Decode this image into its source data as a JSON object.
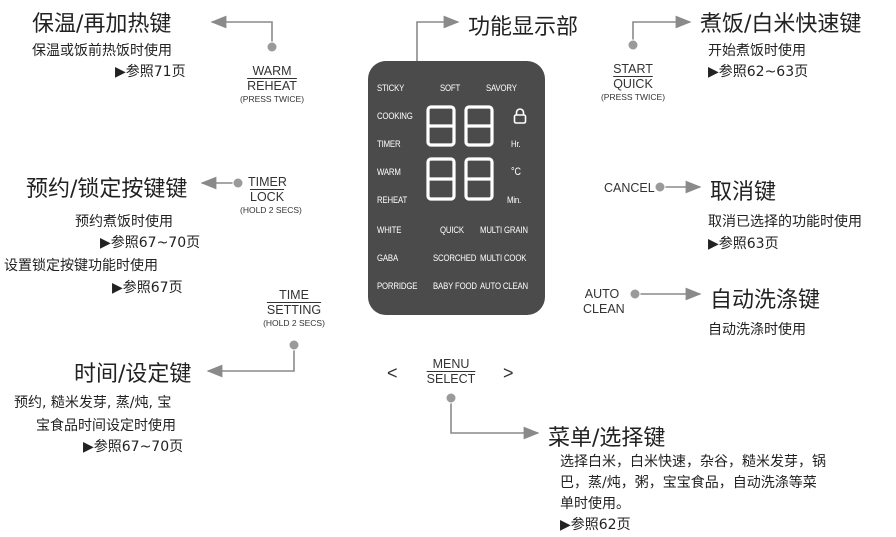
{
  "functions": {
    "warm": {
      "title": "保温/再加热键",
      "desc": [
        "保温或饭前热饭时使用",
        "▶参照71页"
      ],
      "button": [
        "WARM",
        "REHEAT"
      ],
      "button_note": "(PRESS TWICE)"
    },
    "display": {
      "title": "功能显示部"
    },
    "quick": {
      "title": "煮饭/白米快速键",
      "desc": [
        "开始煮饭时使用",
        "▶参照62~63页"
      ],
      "button": [
        "START",
        "QUICK"
      ],
      "button_note": "(PRESS TWICE)"
    },
    "timer": {
      "title": "预约/锁定按键键",
      "desc": [
        "预约煮饭时使用",
        "▶参照67~70页",
        "设置锁定按键功能时使用",
        "▶参照67页"
      ],
      "button": [
        "TIMER",
        "LOCK"
      ],
      "button_note": "(HOLD 2 SECS)"
    },
    "cancel": {
      "title": "取消键",
      "desc": [
        "取消已选择的功能时使用",
        "▶参照63页"
      ],
      "button": "CANCEL"
    },
    "auto_clean": {
      "title": "自动洗涤键",
      "desc": [
        "自动洗涤时使用"
      ],
      "button": [
        "AUTO",
        "CLEAN"
      ]
    },
    "time_setting": {
      "title": "时间/设定键",
      "desc": [
        "预约, 糙米发芽, 蒸/炖, 宝",
        "宝食品时间设定时使用",
        "▶参照67~70页"
      ],
      "button": [
        "TIME",
        "SETTING"
      ],
      "button_note": "(HOLD 2 SECS)"
    },
    "menu": {
      "title": "菜单/选择键",
      "desc": [
        "选择白米，白米快速，杂谷，糙米发芽，锅",
        "巴，蒸/炖，粥，宝宝食品，自动洗涤等菜",
        "单时使用。",
        "▶参照62页"
      ],
      "button": [
        "MENU",
        "SELECT"
      ],
      "arrow_left": "<",
      "arrow_right": ">"
    }
  },
  "lcd": {
    "top_row": [
      "STICKY",
      "SOFT",
      "SAVORY"
    ],
    "left_column": [
      "COOKING",
      "TIMER",
      "WARM",
      "REHEAT"
    ],
    "right_column": [
      "Hr.",
      "°C",
      "Min."
    ],
    "lock_icon": "lock-icon",
    "menu_rows": [
      [
        "WHITE",
        "QUICK",
        "MULTI GRAIN"
      ],
      [
        "GABA",
        "SCORCHED",
        "MULTI COOK"
      ],
      [
        "PORRIDGE",
        "BABY FOOD",
        "AUTO CLEAN"
      ]
    ]
  },
  "colors": {
    "panel": "#4b4b4b",
    "line": "#8a8a8a",
    "dot": "#9a9a9a"
  }
}
